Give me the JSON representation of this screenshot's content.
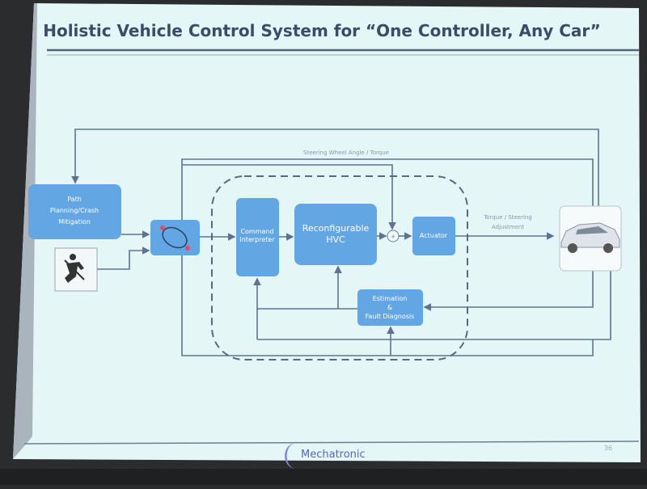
{
  "slide": {
    "title": "Holistic Vehicle Control System for “One Controller, Any Car”",
    "page_number": "36",
    "logo_text": "Mechatronic",
    "colors": {
      "block": "#63a6e4",
      "slide_bg": "#e4f6f6",
      "title": "#3c4b68",
      "line": "#5f7390"
    }
  },
  "diagram": {
    "path_planning": [
      "Path",
      "Planning/Crash",
      "Mitigation"
    ],
    "driver_icon": "seatbelt-driver-icon",
    "switch_icon": "switch-ellipse-icon",
    "command_interpreter": [
      "Command",
      "Interpreter"
    ],
    "hvc": [
      "Reconfigurable",
      "HVC"
    ],
    "sum_junction": "+",
    "actuator": "Actuator",
    "estimation": [
      "Estimation",
      "&",
      "Fault Diagnosis"
    ],
    "vehicle_icon": "car-icon",
    "steering_label": "Steering Wheel  Angle / Torque",
    "torque_label": [
      "Torque / Steering",
      "Adjustment"
    ]
  }
}
